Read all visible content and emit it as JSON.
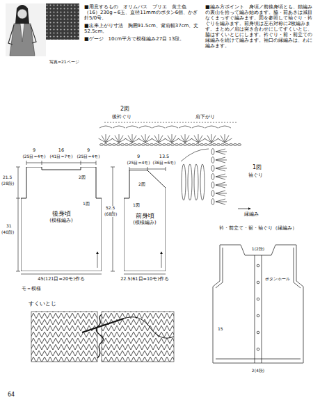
{
  "diagram": {
    "nodes": [
      {
        "text": [
          "後身頃",
          "(模様編み)"
        ]
      },
      {
        "text": [
          "前身頃",
          "(模様編み)"
        ]
      },
      {
        "text": [
          "衿・前立て・裾・袖ぐり（縁編み）"
        ]
      }
    ],
    "labels": [
      "写真=21ページ",
      "■用意するもの　オリムパス　プリエ　黄土色（16）230g＝6玉、直径11mmのボタン6個、かぎ針5/0号。",
      "■出来上がり寸法　胸囲91.5cm、背肩幅37cm、丈52.5cm。",
      "■ゲージ　10cm平方で模様編み27目 13段。",
      "■編み方ポイント　身頃／前後身頃とも、鎖編みの裏山を拾って編み始めます。脇・前あきは減目なくまっすぐ編みます。図を参照して袖ぐり・衿ぐりを編みます。前身頃は左右対称に2枚編みます。まとめ／肩は突き合わせにしてすくいとじ、脇はすくいとじにします。衿ぐり・前・前立ての縁編みを続けて編みます。袖口の縁編みは、わに編みます。",
      "2図",
      "後衿ぐり",
      "肩下がり",
      "1図",
      "袖ぐり",
      "縁編み",
      "9",
      "(25目=4モ)",
      "16",
      "(41目=7モ)",
      "9",
      "(25目=4モ)",
      "9",
      "(25目=4モ)",
      "13.5",
      "(36目=6モ)",
      "21.5",
      "(28段)",
      "31",
      "(40段)",
      "52.5",
      "(68段)",
      "2図",
      "1図",
      "2図",
      "1図",
      "45(121目=20モ)作る",
      "22.5(61目=10モ)作る",
      "モ＝模様",
      "すくいとじ",
      "1(2段)",
      "ボタンホール",
      "15",
      "2(4段)",
      "64"
    ]
  }
}
